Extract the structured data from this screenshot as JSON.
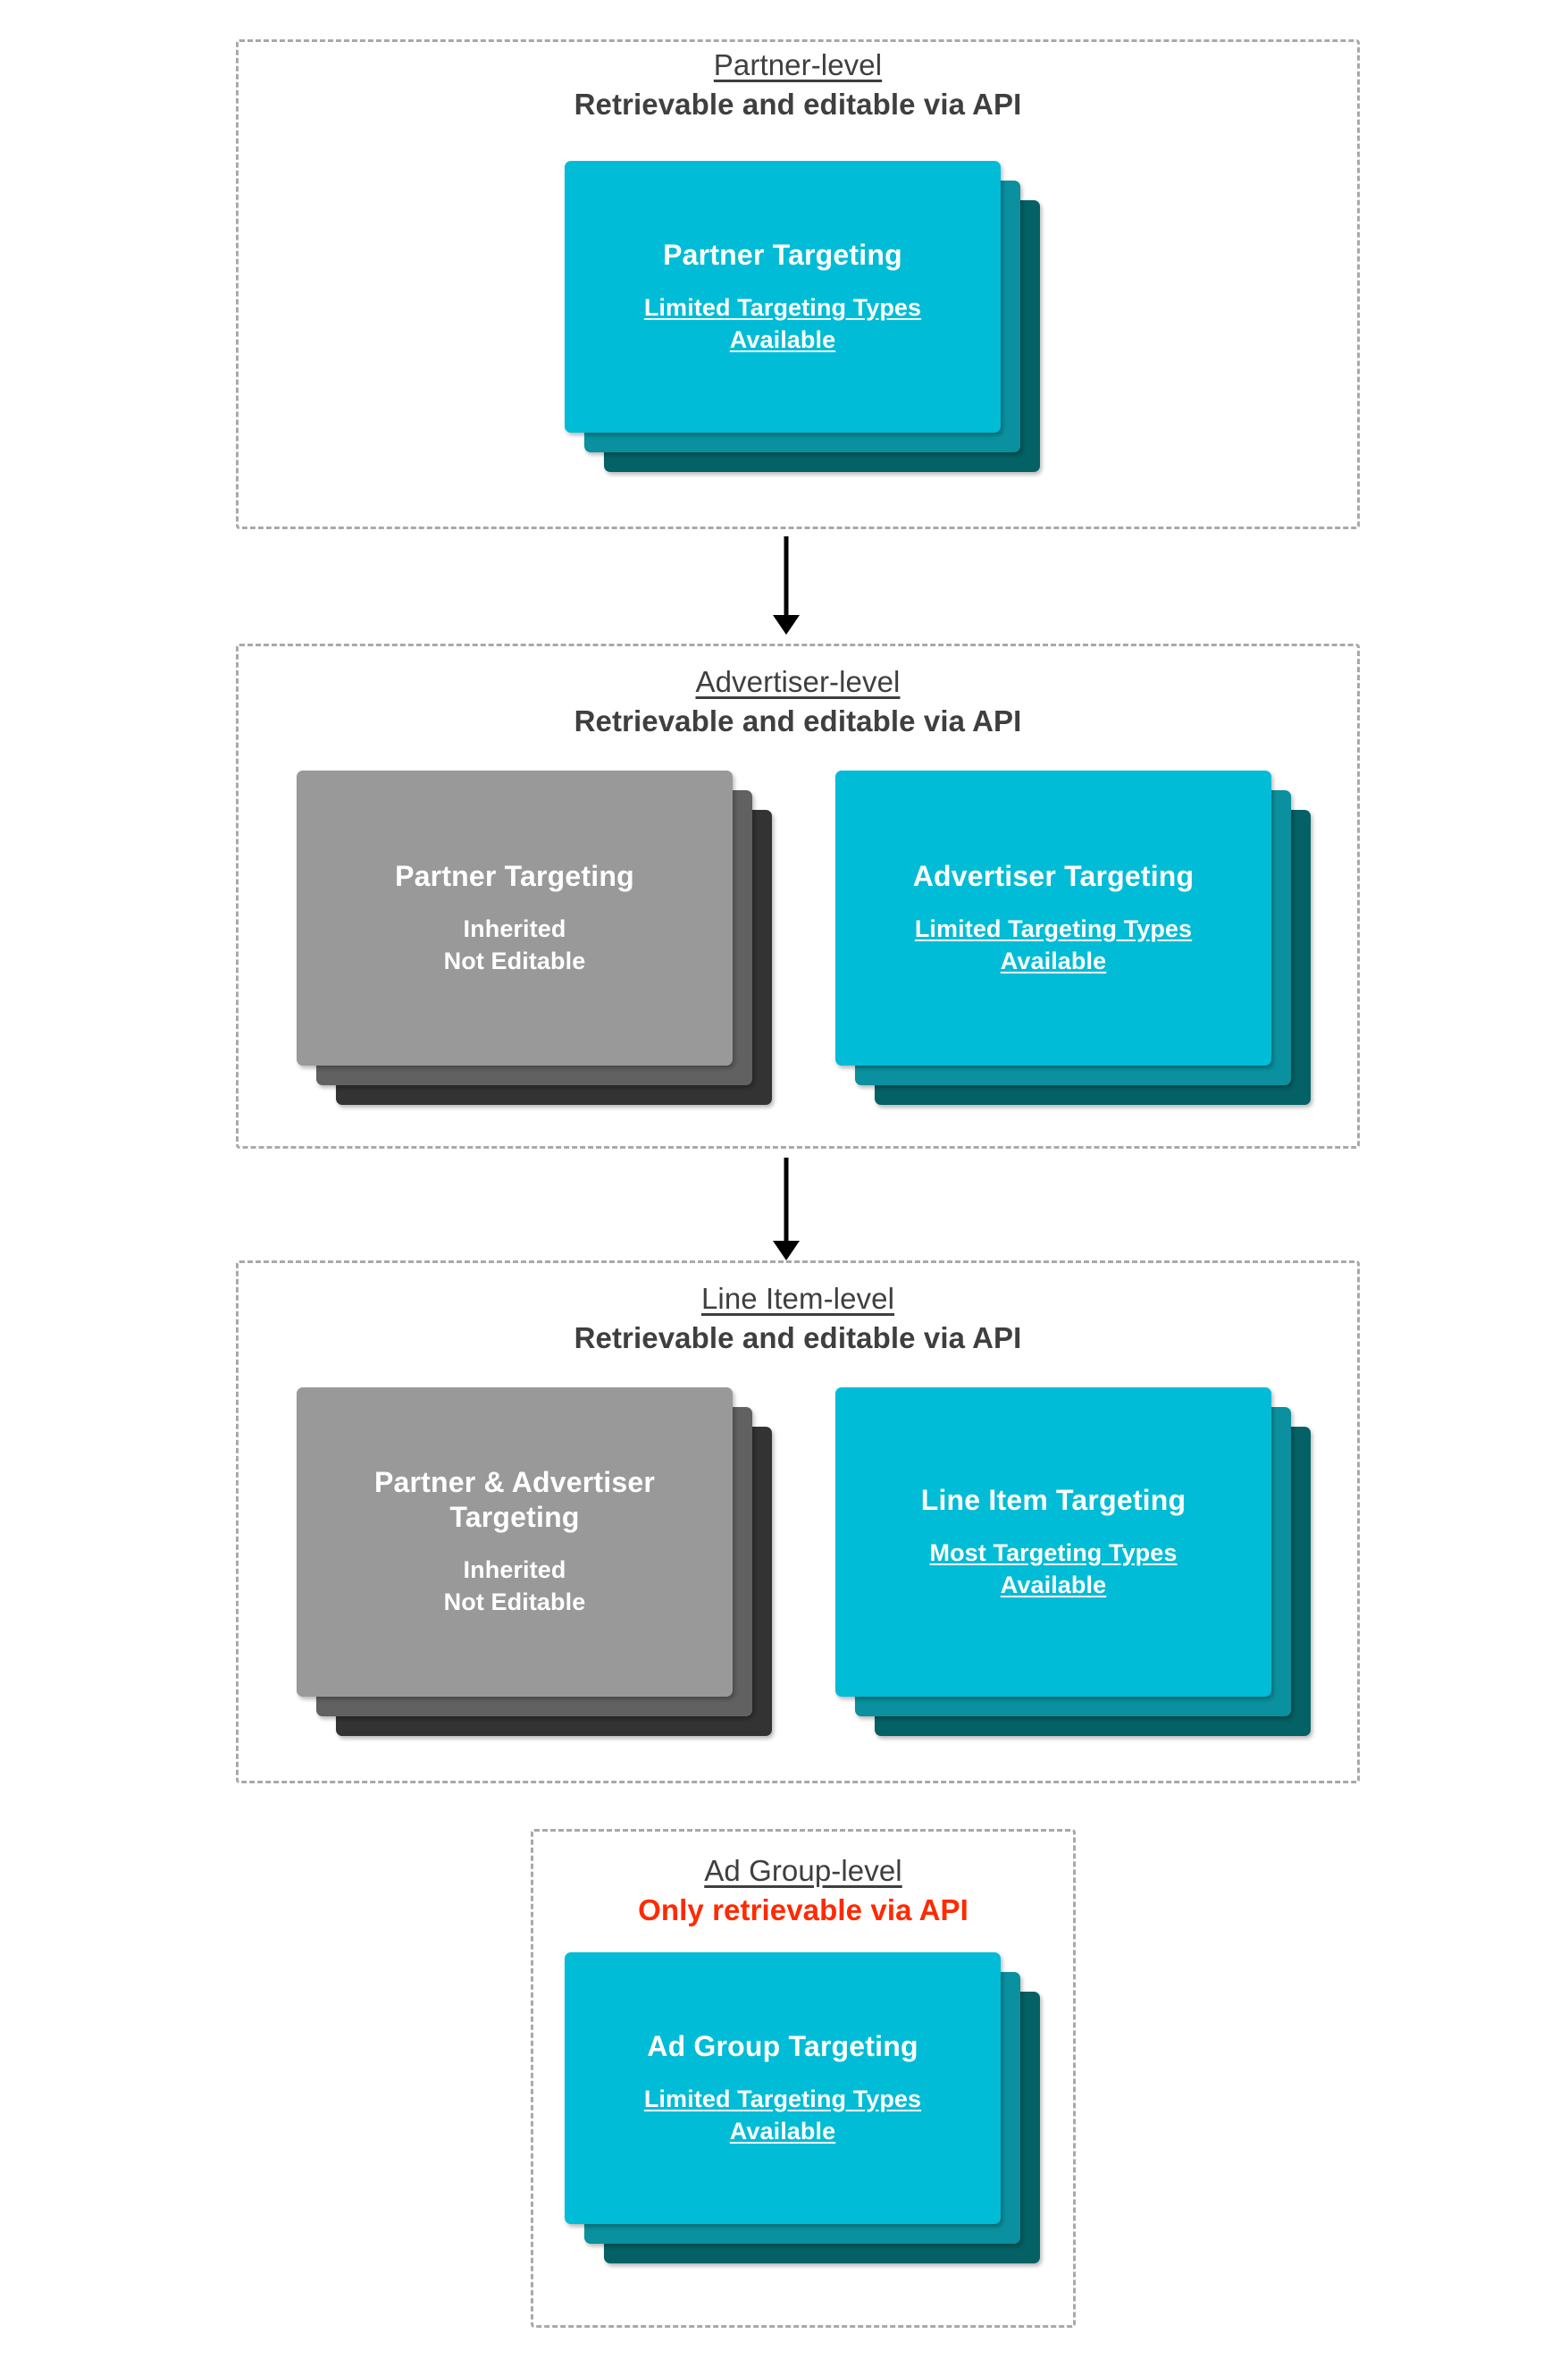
{
  "diagram": {
    "title": "Targeting inheritance across partner, advertiser, line item and ad group levels",
    "colors": {
      "card_front_cyan": "#00bcd6",
      "card_mid_teal": "#0a909e",
      "card_back_teal": "#046165",
      "card_front_gray": "#999999",
      "card_mid_gray": "#616161",
      "card_back_gray": "#333333",
      "border_dashed": "#a9a9a9",
      "text_dark": "#3f3f3f",
      "text_alert": "#ff2a00",
      "arrow": "#000000",
      "background": "#ffffff"
    }
  },
  "levels": [
    {
      "id": "partner",
      "name": "Partner-level",
      "api_note": "Retrievable and editable via API",
      "api_note_style": "normal",
      "cards": [
        {
          "id": "partner-targeting",
          "title": "Partner Targeting",
          "subtitle": "Limited Targeting Types Available",
          "subtitle_underlined": true,
          "variant": "cyan"
        }
      ]
    },
    {
      "id": "advertiser",
      "name": "Advertiser-level",
      "api_note": "Retrievable and editable via API",
      "api_note_style": "normal",
      "cards": [
        {
          "id": "inherited-partner-targeting",
          "title": "Partner Targeting",
          "subtitle": "Inherited\nNot Editable",
          "subtitle_underlined": false,
          "variant": "gray"
        },
        {
          "id": "advertiser-targeting",
          "title": "Advertiser Targeting",
          "subtitle": "Limited Targeting Types Available",
          "subtitle_underlined": true,
          "variant": "cyan"
        }
      ]
    },
    {
      "id": "line-item",
      "name": "Line Item-level",
      "api_note": "Retrievable and editable via API",
      "api_note_style": "normal",
      "cards": [
        {
          "id": "inherited-partner-advertiser-targeting",
          "title": "Partner & Advertiser Targeting",
          "subtitle": "Inherited\nNot Editable",
          "subtitle_underlined": false,
          "variant": "gray"
        },
        {
          "id": "line-item-targeting",
          "title": "Line Item Targeting",
          "subtitle": "Most Targeting Types Available",
          "subtitle_underlined": true,
          "variant": "cyan"
        }
      ]
    },
    {
      "id": "ad-group",
      "name": "Ad Group-level",
      "api_note": "Only retrievable via API",
      "api_note_style": "alert",
      "cards": [
        {
          "id": "ad-group-targeting",
          "title": "Ad Group Targeting",
          "subtitle": "Limited Targeting Types Available",
          "subtitle_underlined": true,
          "variant": "cyan"
        }
      ]
    }
  ],
  "connectors": [
    {
      "id": "partner-to-advertiser",
      "from": "partner",
      "to": "advertiser"
    },
    {
      "id": "advertiser-to-line-item",
      "from": "advertiser",
      "to": "line-item"
    }
  ],
  "text": {
    "partner_level_name": "Partner-level",
    "partner_level_api": "Retrievable and editable via API",
    "partner_card_title": "Partner Targeting",
    "partner_card_sub_line1": "Limited Targeting Types",
    "partner_card_sub_line2": "Available",
    "advertiser_level_name": "Advertiser-level",
    "advertiser_level_api": "Retrievable and editable via API",
    "advertiser_gray_title": "Partner Targeting",
    "advertiser_gray_sub_line1": "Inherited",
    "advertiser_gray_sub_line2": "Not Editable",
    "advertiser_cyan_title": "Advertiser Targeting",
    "advertiser_cyan_sub_line1": "Limited Targeting Types",
    "advertiser_cyan_sub_line2": "Available",
    "lineitem_level_name": "Line Item-level",
    "lineitem_level_api": "Retrievable and editable via API",
    "lineitem_gray_title": "Partner & Advertiser Targeting",
    "lineitem_gray_sub_line1": "Inherited",
    "lineitem_gray_sub_line2": "Not Editable",
    "lineitem_cyan_title": "Line Item Targeting",
    "lineitem_cyan_sub_line1": "Most Targeting Types",
    "lineitem_cyan_sub_line2": "Available",
    "adgroup_level_name": "Ad Group-level",
    "adgroup_level_api": "Only retrievable via API",
    "adgroup_card_title": "Ad Group Targeting",
    "adgroup_card_sub_line1": "Limited Targeting Types",
    "adgroup_card_sub_line2": "Available"
  }
}
